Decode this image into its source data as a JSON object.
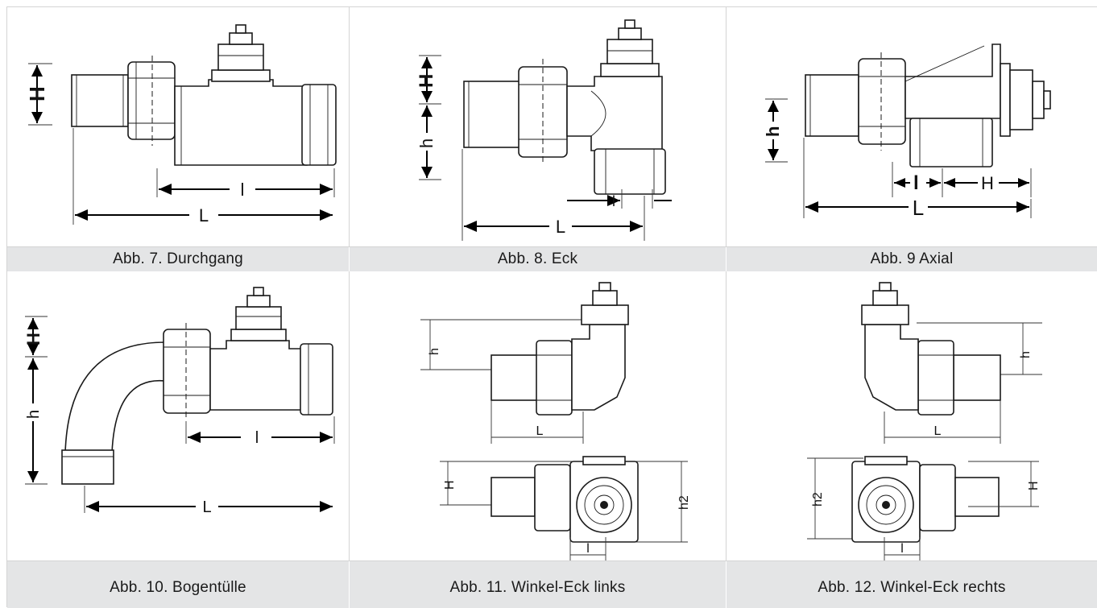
{
  "figures": [
    {
      "caption": "Abb. 7. Durchgang",
      "dims": {
        "H": "H",
        "l": "l",
        "L": "L"
      }
    },
    {
      "caption": "Abb. 8. Eck",
      "dims": {
        "H": "H",
        "h": "h",
        "l": "l",
        "L": "L"
      }
    },
    {
      "caption": "Abb. 9 Axial",
      "dims": {
        "h": "h",
        "l": "l",
        "H": "H",
        "L": "L"
      }
    },
    {
      "caption": "Abb. 10. Bogentülle",
      "dims": {
        "H": "H",
        "h": "h",
        "l": "l",
        "L": "L"
      }
    },
    {
      "caption": "Abb. 11. Winkel-Eck links",
      "dims": {
        "h": "h",
        "L": "L",
        "H": "H",
        "h2": "h2",
        "l": "l"
      }
    },
    {
      "caption": "Abb. 12. Winkel-Eck rechts",
      "dims": {
        "h": "h",
        "L": "L",
        "H": "H",
        "h2": "h2",
        "l": "l"
      }
    }
  ],
  "colors": {
    "caption_bg": "#e4e5e6",
    "grid_line": "#d4d4d4",
    "ink": "#1a1a1a"
  }
}
